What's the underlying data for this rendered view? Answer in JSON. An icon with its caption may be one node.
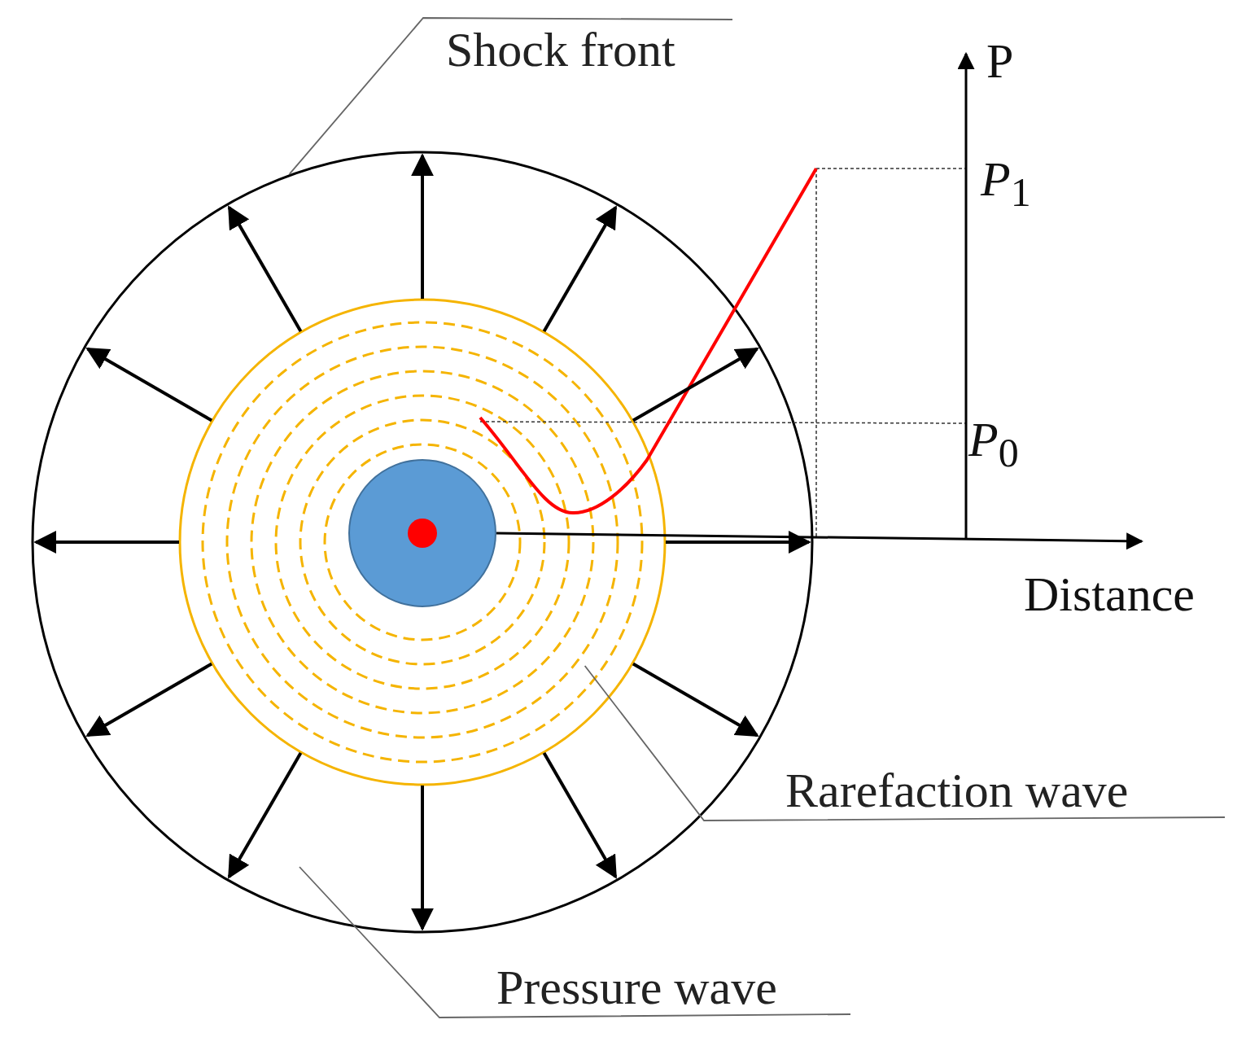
{
  "diagram": {
    "nodes": [
      {
        "text": [
          "Shock front"
        ]
      },
      {
        "text": [],
        "shape": "circle"
      },
      {
        "text": [
          "Rarefaction wave"
        ]
      },
      {
        "text": [],
        "shape": "circle",
        "in": 1
      },
      {
        "text": [
          "Pressure wave"
        ]
      }
    ],
    "edges": [
      {
        "from": 0,
        "to": 1,
        "arrow": "none",
        "color": "#666666"
      },
      {
        "from": 2,
        "to": 3,
        "arrow": "none",
        "color": "#666666"
      },
      {
        "from": 4,
        "to": null,
        "arrow": "none",
        "color": "#666666"
      },
      {
        "from": 3,
        "to": 1,
        "arrow": "to"
      },
      {
        "from": 3,
        "to": 1,
        "arrow": "to"
      },
      {
        "from": 3,
        "to": 1,
        "arrow": "to"
      },
      {
        "from": 3,
        "to": 1,
        "arrow": "to"
      },
      {
        "from": 3,
        "to": 1,
        "arrow": "to"
      },
      {
        "from": 3,
        "to": 1,
        "arrow": "to"
      },
      {
        "from": 3,
        "to": 1,
        "arrow": "to"
      },
      {
        "from": 3,
        "to": 1,
        "arrow": "to"
      },
      {
        "from": 3,
        "to": 1,
        "arrow": "to"
      },
      {
        "from": 3,
        "to": 1,
        "arrow": "to"
      },
      {
        "from": 3,
        "to": 1,
        "arrow": "to"
      },
      {
        "from": 3,
        "to": 1,
        "arrow": "to"
      }
    ],
    "labels": [
      "P",
      "*P*$_{1}$",
      "*P*$_{0}$",
      "Distance"
    ]
  }
}
